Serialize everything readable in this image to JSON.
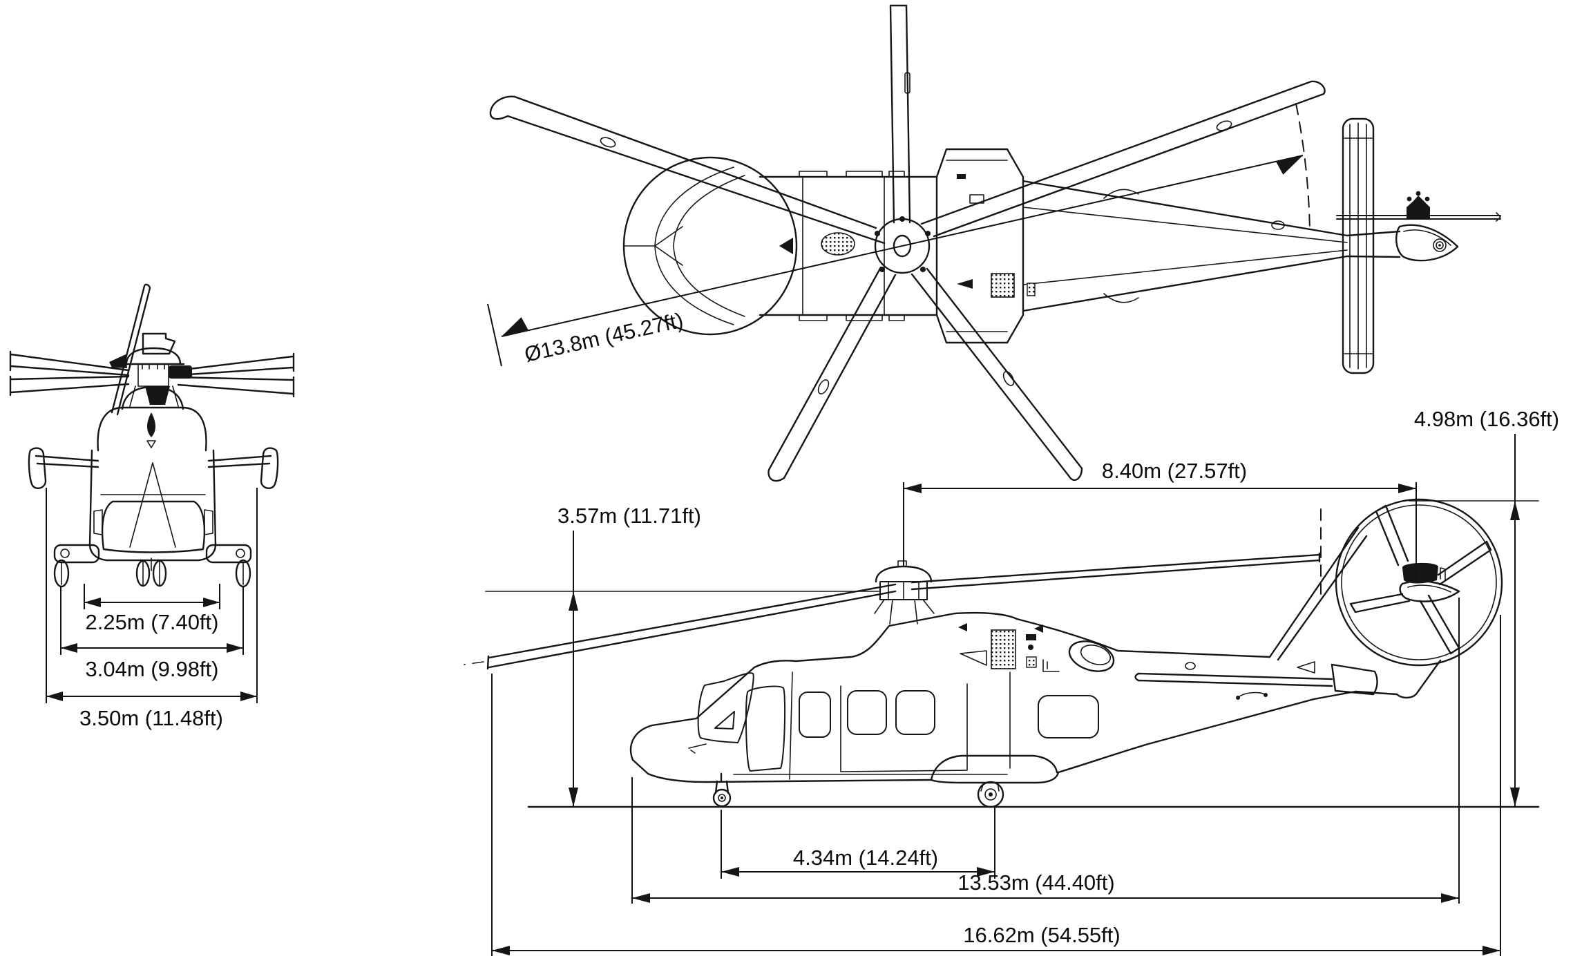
{
  "title": "Helicopter three-view dimensional drawing",
  "colors": {
    "line": "#161616",
    "background": "#ffffff"
  },
  "views": {
    "top_view": "helicopter top view with five-blade main rotor",
    "front_view": "helicopter front view with landing gear",
    "side_view": "helicopter side view with fenestron tail rotor"
  },
  "dimensions": {
    "rotor_diameter": {
      "label": "Ø13.8m (45.27ft)"
    },
    "front_wheel_track": {
      "label": "2.25m (7.40ft)"
    },
    "front_gear_width": {
      "label": "3.04m (9.98ft)"
    },
    "front_overall_width": {
      "label": "3.50m (11.48ft)"
    },
    "height_to_rotor_head": {
      "label": "3.57m (11.71ft)"
    },
    "rotor_to_tail": {
      "label": "8.40m (27.57ft)"
    },
    "overall_height": {
      "label": "4.98m (16.36ft)"
    },
    "wheelbase": {
      "label": "4.34m (14.24ft)"
    },
    "fuselage_length": {
      "label": "13.53m (44.40ft)"
    },
    "overall_length": {
      "label": "16.62m (54.55ft)"
    }
  }
}
